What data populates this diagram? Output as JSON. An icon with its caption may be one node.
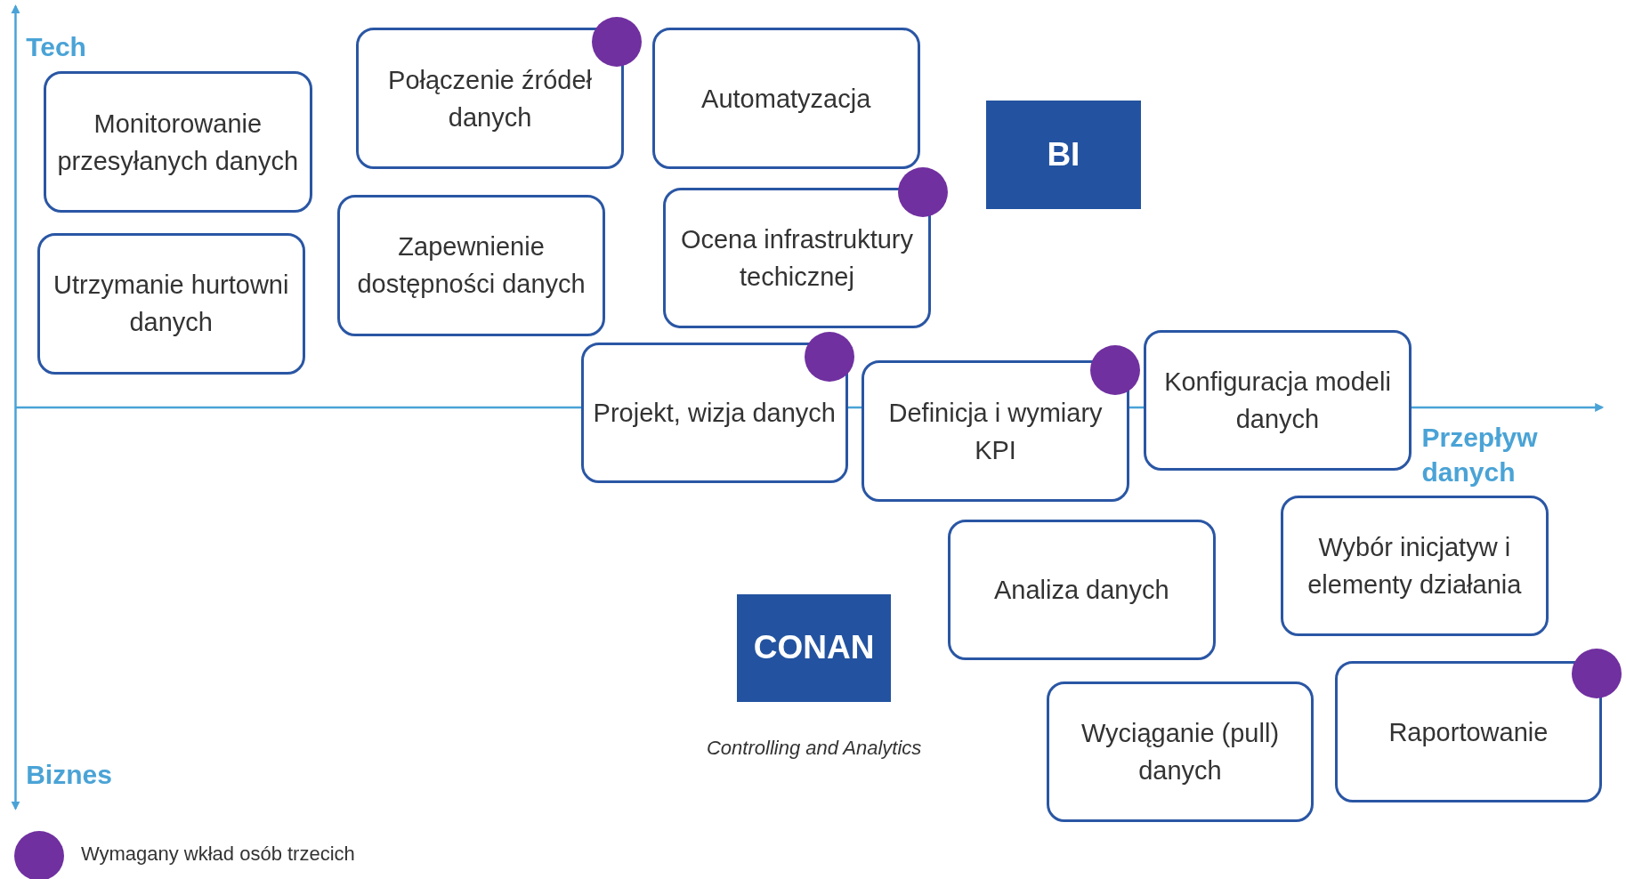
{
  "diagram": {
    "nodes": [
      {
        "text": [
          "Monitorowanie przesyłanych danych"
        ]
      },
      {
        "text": [
          "Połączenie źródeł danych"
        ]
      },
      {
        "text": [
          "Automatyzacja"
        ]
      },
      {
        "text": [
          "BI"
        ]
      },
      {
        "text": [
          "Utrzymanie hurtowni danych"
        ]
      },
      {
        "text": [
          "Zapewnienie dostępności danych"
        ]
      },
      {
        "text": [
          "Ocena infrastruktury techicznej"
        ]
      },
      {
        "text": [
          "Projekt, wizja danych"
        ]
      },
      {
        "text": [
          "Definicja i wymiary KPI"
        ]
      },
      {
        "text": [
          "Konfiguracja modeli danych"
        ]
      },
      {
        "text": [
          "Wybór inicjatyw i elementy działania"
        ]
      },
      {
        "text": [
          "Analiza danych"
        ]
      },
      {
        "text": [
          "CONAN"
        ],
        "beside": [
          "Controlling and Analytics"
        ]
      },
      {
        "text": [
          "Wyciąganie (pull) danych"
        ]
      },
      {
        "text": [
          "Raportowanie"
        ]
      }
    ],
    "labels": [
      "Tech",
      "Przepływ danych",
      "Biznes"
    ],
    "legend": [
      {
        "text": "Wymagany wkład osób trzecich",
        "color": "#7030a0"
      }
    ]
  }
}
